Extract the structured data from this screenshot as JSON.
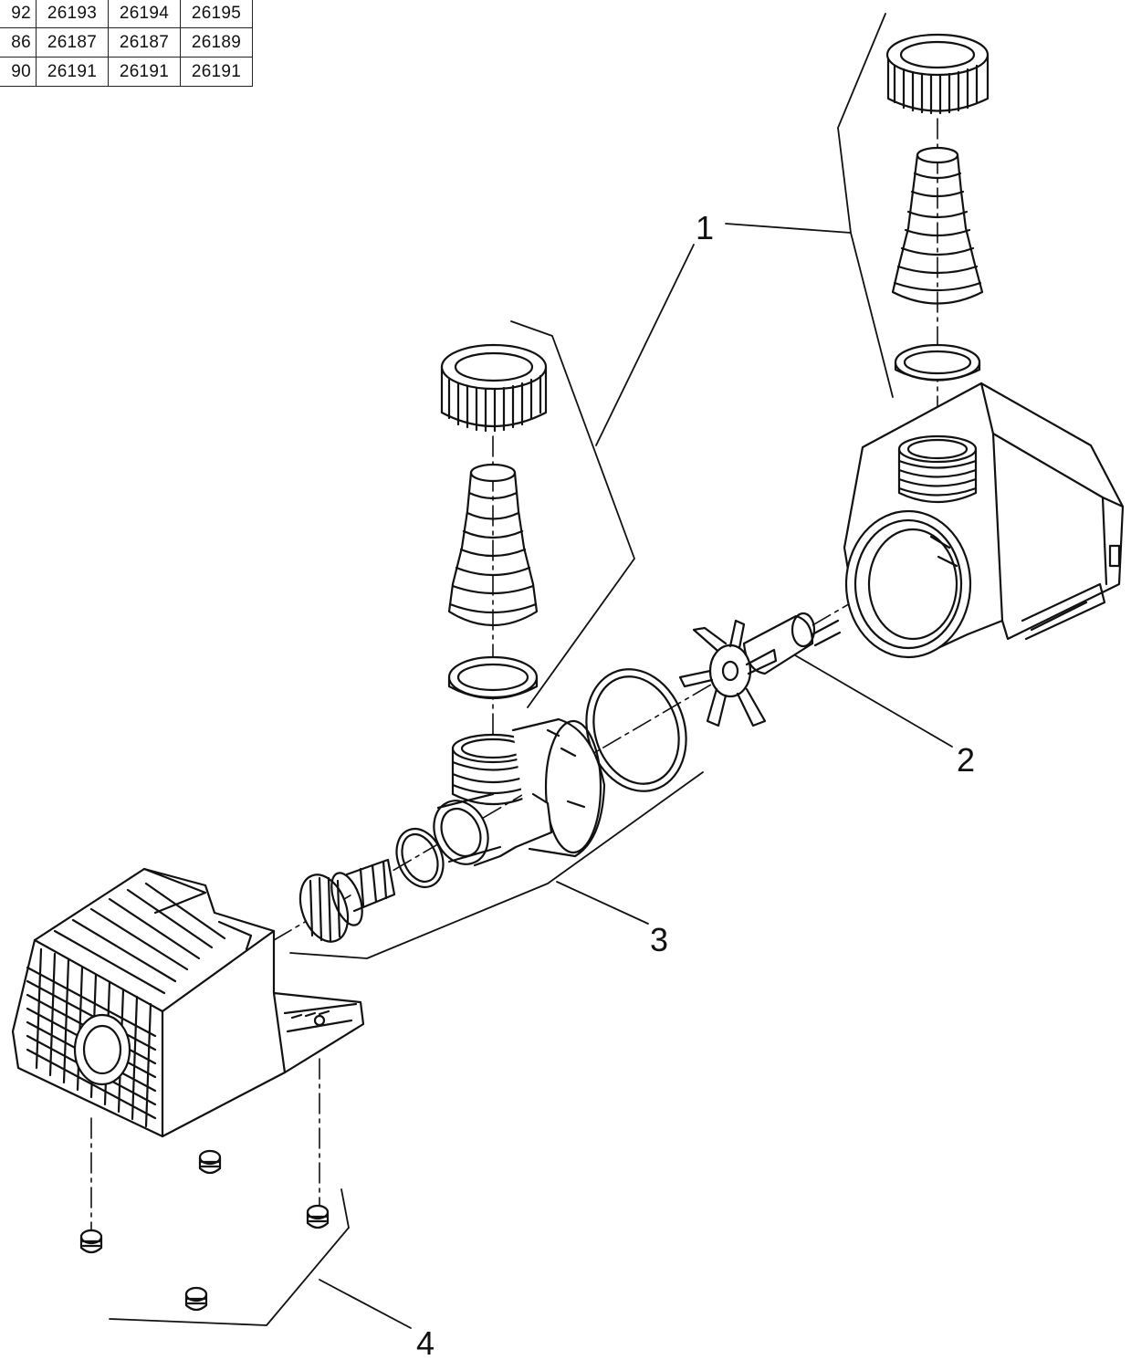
{
  "table": {
    "rows": [
      [
        "92",
        "26193",
        "26194",
        "26195"
      ],
      [
        "86",
        "26187",
        "26187",
        "26189"
      ],
      [
        "90",
        "26191",
        "26191",
        "26191"
      ]
    ]
  },
  "callouts": {
    "c1": "1",
    "c2": "2",
    "c3": "3",
    "c4": "4"
  }
}
